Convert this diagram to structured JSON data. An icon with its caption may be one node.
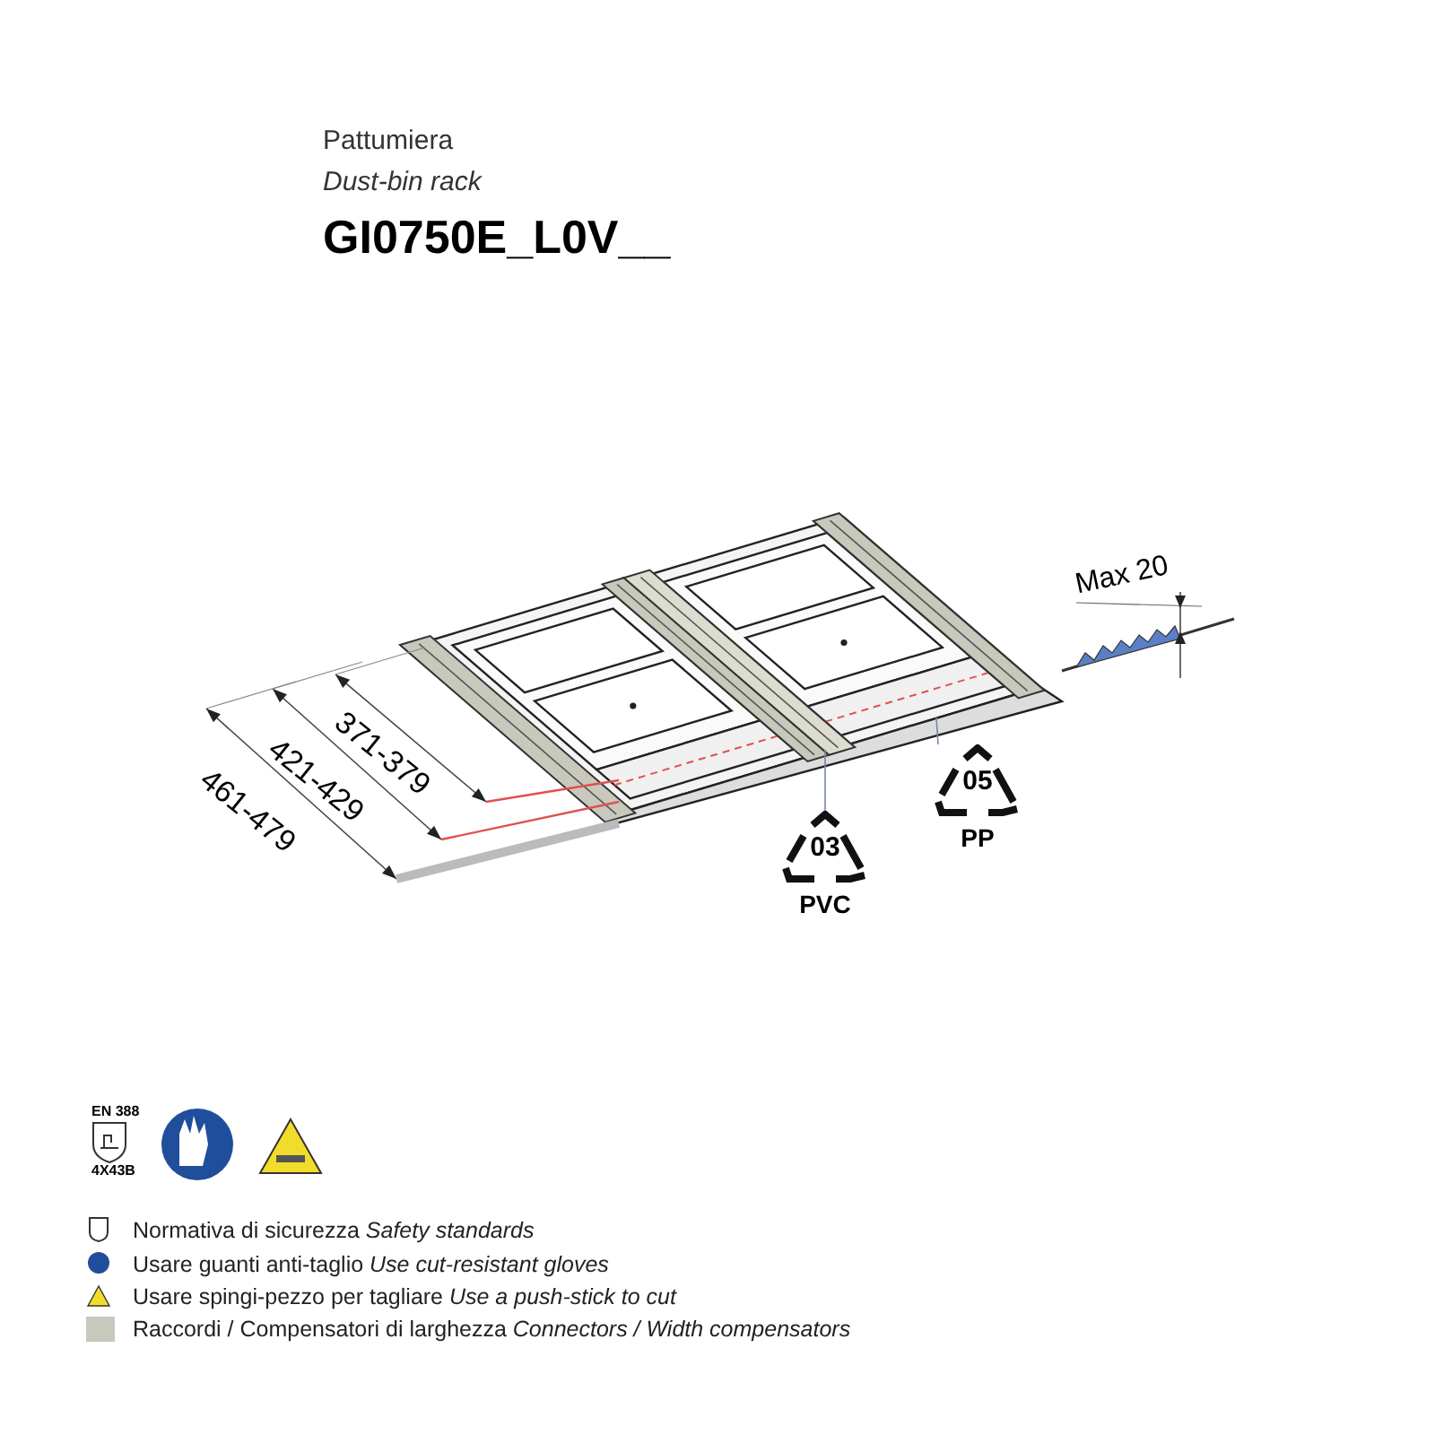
{
  "diagram": {
    "nodes": [
      {
        "text": [
          "03",
          "PVC"
        ]
      },
      {
        "text": [
          "05",
          "PP"
        ]
      }
    ],
    "edges": [
      {
        "from": 0,
        "to": null,
        "arrow": "none"
      },
      {
        "from": 1,
        "to": null,
        "arrow": "none"
      }
    ],
    "labels": [
      "Pattumiera",
      "Dust-bin rack",
      "GI0750E_L0V__",
      "371-379",
      "421-429",
      "461-479",
      "Max 20",
      "EN 388",
      "4X43B"
    ],
    "legend": [
      {
        "text": "Normativa di sicurezza *Safety standards*"
      },
      {
        "text": "Usare guanti anti-taglio *Use cut-resistant gloves*"
      },
      {
        "text": "Usare spingi-pezzo per tagliare *Use a push-stick to cut*"
      },
      {
        "text": "Raccordi / Compensatori di larghezza *Connectors / Width compensators*",
        "color": "#c8c8bc"
      }
    ]
  }
}
